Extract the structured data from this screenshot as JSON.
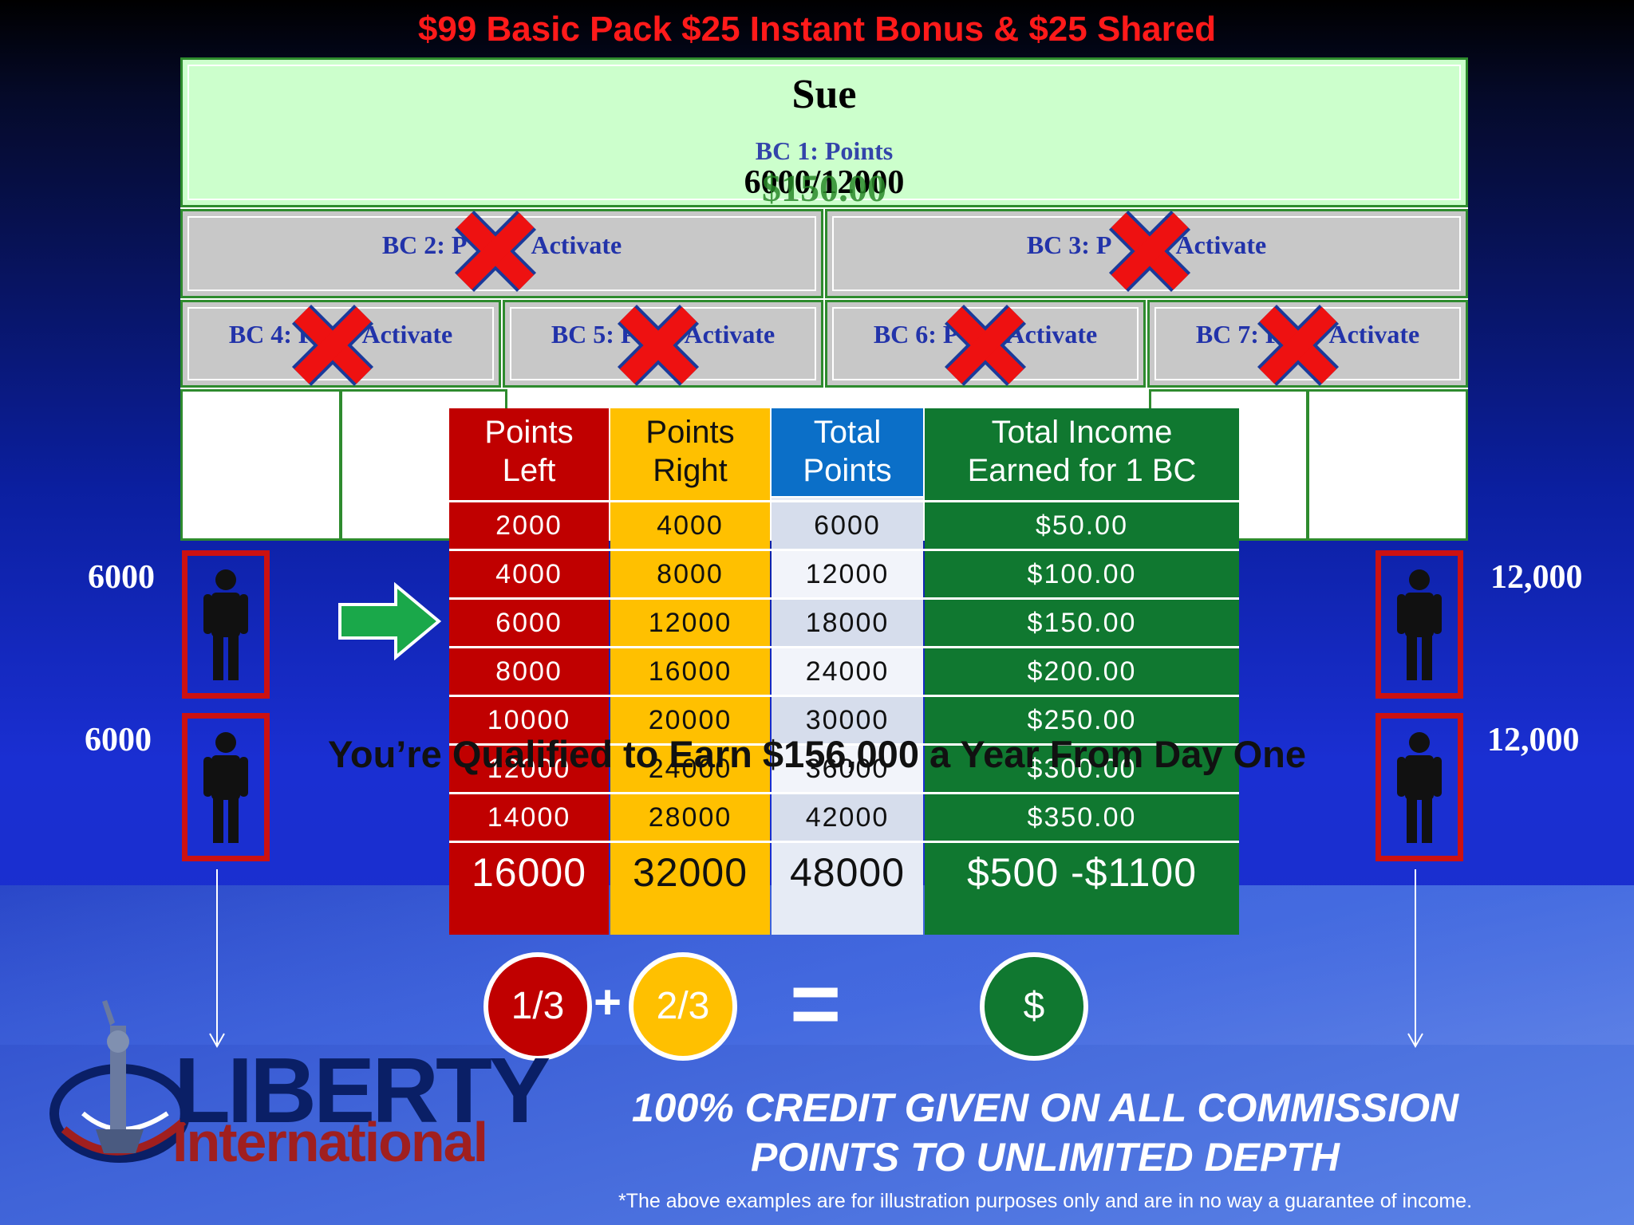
{
  "header": {
    "title": "$99 Basic Pack $25 Instant Bonus & $25 Shared"
  },
  "tree": {
    "top": {
      "name": "Sue",
      "bc_label": "BC 1: Points",
      "points": "6000/12000",
      "amount": "$150.00"
    },
    "level2": [
      {
        "label": "BC 2: P",
        "action": "Activate"
      },
      {
        "label": "BC 3: P",
        "action": "Activate"
      }
    ],
    "level3": [
      {
        "label": "BC 4: P",
        "action": "Activate"
      },
      {
        "label": "BC 5: P",
        "action": "Activate"
      },
      {
        "label": "BC 6: P",
        "action": "Activate"
      },
      {
        "label": "BC 7: P",
        "action": "Activate"
      }
    ]
  },
  "table": {
    "headers": [
      {
        "line1": "Points",
        "line2": "Left"
      },
      {
        "line1": "Points",
        "line2": "Right"
      },
      {
        "line1": "Total",
        "line2": "Points"
      },
      {
        "line1": "Total Income",
        "line2": "Earned for 1 BC"
      }
    ],
    "rows": [
      [
        "2000",
        "4000",
        "6000",
        "$50.00"
      ],
      [
        "4000",
        "8000",
        "12000",
        "$100.00"
      ],
      [
        "6000",
        "12000",
        "18000",
        "$150.00"
      ],
      [
        "8000",
        "16000",
        "24000",
        "$200.00"
      ],
      [
        "10000",
        "20000",
        "30000",
        "$250.00"
      ],
      [
        "12000",
        "24000",
        "36000",
        "$300.00"
      ],
      [
        "14000",
        "28000",
        "42000",
        "$350.00"
      ]
    ],
    "final_row": [
      "16000",
      "32000",
      "48000",
      "$500 -$1100"
    ]
  },
  "left_legs": [
    {
      "value": "6000"
    },
    {
      "value": "6000"
    }
  ],
  "right_legs": [
    {
      "value": "12,000"
    },
    {
      "value": "12,000"
    }
  ],
  "overlay": {
    "text": "You’re Qualified to Earn $156,000 a Year From Day One"
  },
  "formula": {
    "left": "1/3",
    "plus": "+",
    "right": "2/3",
    "equals": "=",
    "result": "$"
  },
  "logo": {
    "word1": "LIBERTY",
    "word2": "International"
  },
  "credit": {
    "line1": "100% CREDIT GIVEN ON ALL COMMISSION",
    "line2": "POINTS TO UNLIMITED DEPTH"
  },
  "disclaimer": "*The above examples are for illustration purposes only and are in no way a guarantee of income.",
  "colors": {
    "red": "#c00000",
    "yellow": "#ffc000",
    "blue": "#0b6fc8",
    "green": "#107830",
    "gray_light": "#d9e1f2"
  }
}
